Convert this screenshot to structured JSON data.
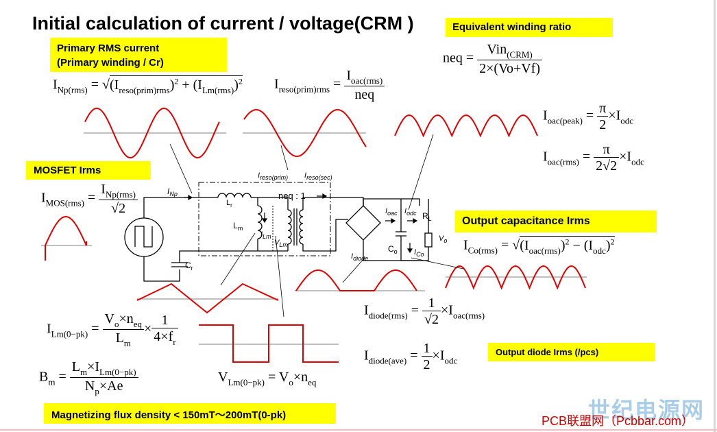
{
  "title": "Initial calculation of current / voltage(CRM )",
  "boxes": {
    "winding_ratio": "Equivalent winding ratio",
    "primary_rms_1": "Primary RMS current",
    "primary_rms_2": "(Primary winding / Cr)",
    "mosfet": "MOSFET Irms",
    "output_cap": "Output capacitance Irms",
    "output_diode": "Output diode Irms (/pcs)",
    "flux_density": "Magnetizing flux density < 150mT～200mT(0-pk)"
  },
  "footer": {
    "text": "PCB联盟网（Pcbbar.com）",
    "watermark": "世纪电源网"
  },
  "circuit": {
    "i_np": "I",
    "i_np_sub": "Np",
    "i_reso_prim": "I",
    "i_reso_prim_sub": "reso(prim)",
    "i_reso_sec": "I",
    "i_reso_sec_sub": "reso(sec)",
    "ratio": "neq : 1",
    "lr": "L",
    "lr_sub": "r",
    "lm": "L",
    "lm_sub": "m",
    "i_lm": "I",
    "i_lm_sub": "Lm",
    "v_lm": "V",
    "v_lm_sub": "Lm",
    "cr": "C",
    "cr_sub": "r",
    "i_oac": "I",
    "i_oac_sub": "oac",
    "i_odc": "I",
    "i_odc_sub": "odc",
    "rl": "R",
    "rl_sub": "L",
    "vo": "V",
    "vo_sub": "o",
    "co": "C",
    "co_sub": "o",
    "i_co": "I",
    "i_co_sub": "Co",
    "i_diode": "I",
    "i_diode_sub": "diode"
  },
  "colors": {
    "waveform": "#e00000",
    "highlight": "#ffff00",
    "grid": "#808080"
  }
}
